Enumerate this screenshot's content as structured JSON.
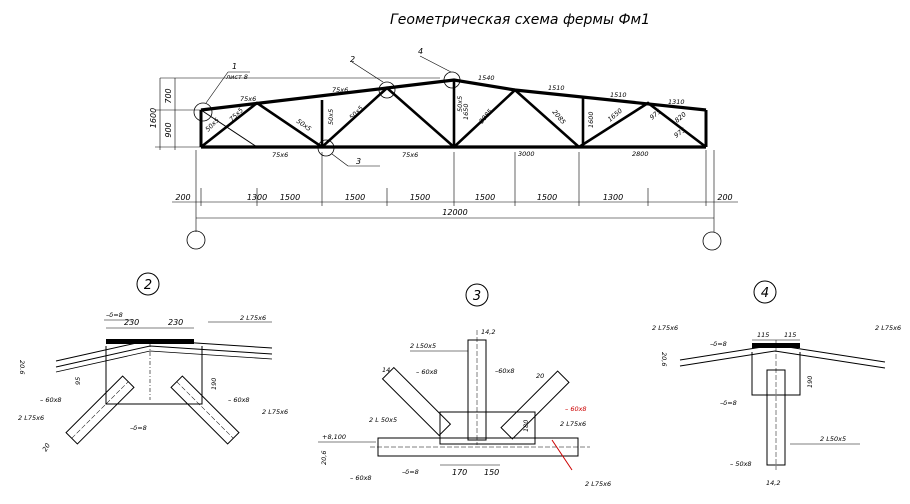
{
  "title": "Геометрическая схема фермы Фм1",
  "truss": {
    "marks": [
      "1",
      "2",
      "3",
      "4"
    ],
    "sheet_ref": "лист 8",
    "heights": [
      "1600",
      "700",
      "900"
    ],
    "top_chord_section": "75x6",
    "bottom_chord_sections": [
      "75x6",
      "75x6"
    ],
    "web_sections": [
      "50x5",
      "75x5",
      "50x5",
      "50x5",
      "50x5",
      "50x5"
    ],
    "lengths": [
      "1540",
      "1510",
      "1510",
      "1310",
      "1650",
      "2085",
      "2085",
      "1600",
      "1650",
      "975",
      "820",
      "975",
      "3000",
      "2800"
    ],
    "spans": [
      "200",
      "1300",
      "1500",
      "1500",
      "1500",
      "1500",
      "1500",
      "1300",
      "200"
    ],
    "total": "12000"
  },
  "node2": {
    "mark": "2",
    "plate": "–δ=8",
    "plate_inner": "–δ=8",
    "dims": [
      "230",
      "230",
      "95",
      "190"
    ],
    "elev": "20.6",
    "chord": "2 L75x6",
    "strip_left": "– 60x8",
    "strip_right": "– 60x8",
    "brace_left": "2 L75x6",
    "brace_right": "2 L75x6",
    "gap": "20"
  },
  "node3": {
    "mark": "3",
    "vertical": "2 L50x5",
    "gap_top": "14,2",
    "strip_top": "–60x8",
    "strip_left": "– 60x8",
    "brace_left": "2 L 50x5",
    "brace_right": "2 L75x6",
    "strip_right_red": "– 60x8",
    "gap_left": "14",
    "gap_right": "20",
    "dim_right": "180",
    "elev_top": "+8,100",
    "elev_side": "20,6",
    "plate": "–δ=8",
    "strip_bottom": "– 60x8",
    "dims": [
      "170",
      "150"
    ],
    "chord": "2 L75x6"
  },
  "node4": {
    "mark": "4",
    "chord_left": "2 L75x6",
    "chord_right": "2 L75x6",
    "plate": "–δ=8",
    "plate_inner": "–δ=8",
    "dims": [
      "115",
      "115",
      "190"
    ],
    "elev": "20,6",
    "vertical": "2 L50x5",
    "strip": "– 50x8",
    "gap": "14,2"
  },
  "colors": {
    "ink": "#000000",
    "red": "#cc0000"
  }
}
